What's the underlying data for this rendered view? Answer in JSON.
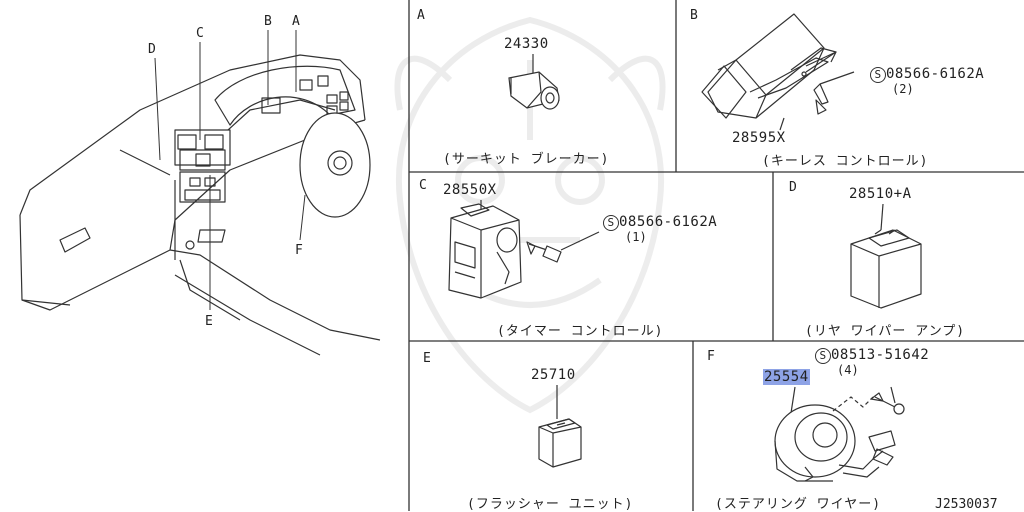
{
  "overview": {
    "labels": {
      "a": "A",
      "b": "B",
      "c": "C",
      "d": "D",
      "e": "E",
      "f": "F"
    }
  },
  "sections": {
    "A": {
      "letter": "A",
      "part": "24330",
      "caption": "(サーキット ブレーカー)"
    },
    "B": {
      "letter": "B",
      "part": "28595X",
      "bolt": "08566-6162A",
      "bolt_qty": "(2)",
      "caption": "(キーレス コントロール)"
    },
    "C": {
      "letter": "C",
      "part": "28550X",
      "bolt": "08566-6162A",
      "bolt_qty": "(1)",
      "caption": "(タイマー コントロール)"
    },
    "D": {
      "letter": "D",
      "part": "28510+A",
      "caption": "(リヤ ワイパー アンプ)"
    },
    "E": {
      "letter": "E",
      "part": "25710",
      "caption": "(フラッシャー ユニット)"
    },
    "F": {
      "letter": "F",
      "part": "25554",
      "bolt": "08513-51642",
      "bolt_qty": "(4)",
      "caption": "(ステアリング ワイヤー)"
    }
  },
  "bolt_symbol": "S",
  "diagram_code": "J2530037",
  "colors": {
    "line": "#333333",
    "highlight": "#8ea3e6"
  }
}
